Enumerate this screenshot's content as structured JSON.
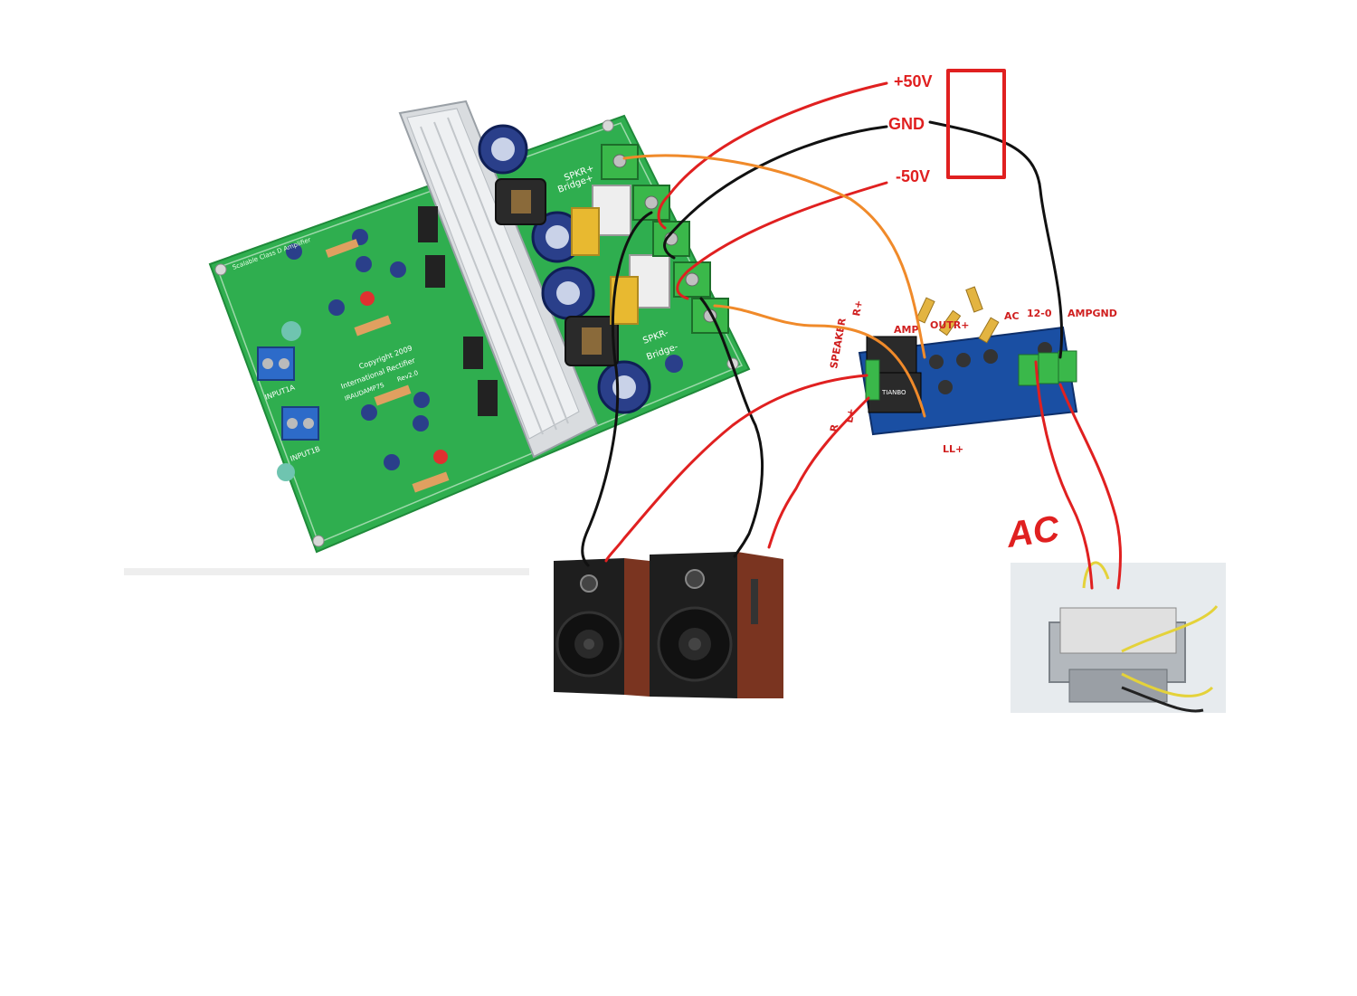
{
  "power_labels": {
    "positive": "+50V",
    "ground": "GND",
    "negative": "-50V"
  },
  "amp_board": {
    "silk_copyright": "Copyright 2009",
    "silk_company": "International Rectifier",
    "silk_part": "IRAUDAMP7S",
    "silk_rev": "Rev2.0",
    "silk_title": "Scalable Class D Amplifier",
    "input_a": "INPUT1A",
    "input_b": "INPUT1B",
    "spkr_plus": "SPKR+",
    "spkr_minus": "SPKR-",
    "bridge_plus": "Bridge+",
    "bridge_minus": "Bridge-"
  },
  "protection_board": {
    "label_r_plus": "R+",
    "label_amp": "AMP",
    "label_outr": "OUTR+",
    "label_ac": "AC",
    "label_12_0": "12-0",
    "label_ampgnd": "AMPGND",
    "label_speaker": "SPEAKER",
    "label_l_plus": "L+",
    "label_r": "R",
    "label_ll": "LL+",
    "relay_brand": "TIANBO"
  },
  "transformer_annotation": "AC",
  "colors": {
    "wire_red": "#e02020",
    "wire_black": "#111111",
    "wire_orange": "#f08a2a",
    "pcb_green": "#2fae4f",
    "pcb_blue": "#1a4fa3",
    "label_red": "#e02020"
  }
}
